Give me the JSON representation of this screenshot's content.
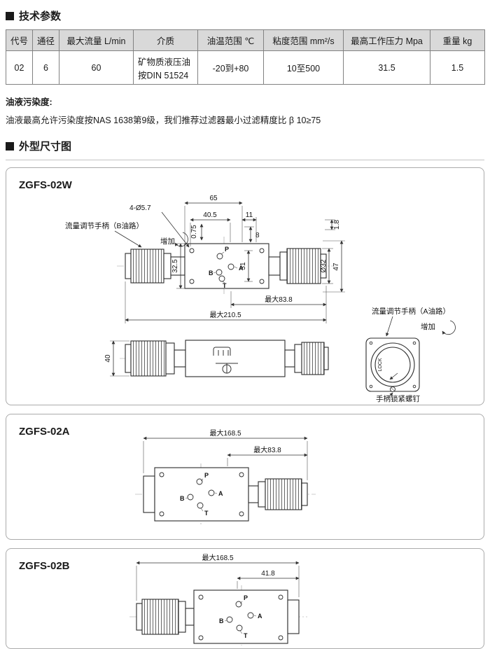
{
  "tech": {
    "title": "技术参数",
    "table": {
      "headers": [
        "代号",
        "通径",
        "最大流量 L/min",
        "介质",
        "油温范围 ℃",
        "粘度范围 mm²/s",
        "最高工作压力 Mpa",
        "重量 kg"
      ],
      "row": [
        "02",
        "6",
        "60",
        "矿物质液压油\n按DIN 51524",
        "-20到+80",
        "10至500",
        "31.5",
        "1.5"
      ]
    },
    "note_title": "油液污染度:",
    "note_body": "油液最高允许污染度按NAS 1638第9级，我们推荐过滤器最小过滤精度比 β 10≥75"
  },
  "outline": {
    "title": "外型尺寸图",
    "w": {
      "model": "ZGFS-02W",
      "dims": {
        "holes": "4-Ø5.7",
        "w65": "65",
        "w40_5": "40.5",
        "w11": "11",
        "h8": "8",
        "h1_8": "1.8",
        "h0_75": "0.75",
        "h32_5": "32.5",
        "h31": "31",
        "dia32": "Ø32",
        "h47": "47",
        "max83": "最大83.8",
        "max210": "最大210.5",
        "h40": "40"
      },
      "ports": {
        "p": "P",
        "a": "A",
        "b": "B",
        "t": "T"
      },
      "labels": {
        "handle_b": "流量调节手柄（B油路）",
        "increase": "增加",
        "handle_a": "流量调节手柄（A油路）",
        "lock": "LOCK",
        "screw": "手柄锁紧螺钉"
      }
    },
    "a": {
      "model": "ZGFS-02A",
      "dims": {
        "max168": "最大168.5",
        "max83": "最大83.8"
      },
      "ports": {
        "p": "P",
        "a": "A",
        "b": "B",
        "t": "T"
      }
    },
    "b": {
      "model": "ZGFS-02B",
      "dims": {
        "max168": "最大168.5",
        "w41_8": "41.8"
      },
      "ports": {
        "p": "P",
        "a": "A",
        "b": "B",
        "t": "T"
      }
    }
  }
}
